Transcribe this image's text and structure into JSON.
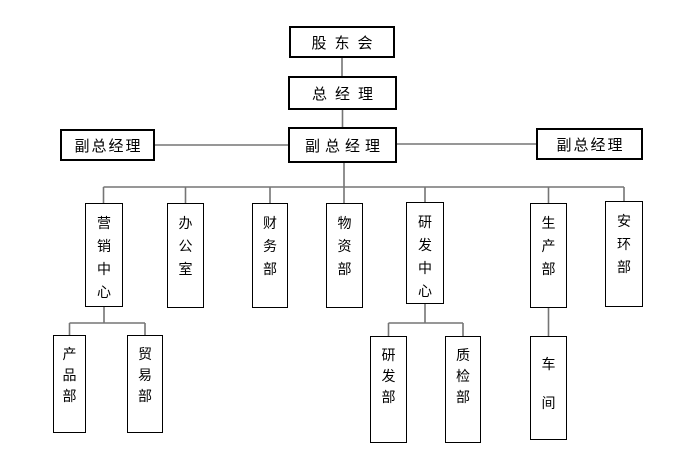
{
  "org_chart": {
    "nodes": {
      "shareholders": {
        "label": "股东会"
      },
      "general_manager": {
        "label": "总经理"
      },
      "deputy_gm_left": {
        "label": "副总经理"
      },
      "deputy_gm_center": {
        "label": "副总经理"
      },
      "deputy_gm_right": {
        "label": "副总经理"
      },
      "marketing_center": {
        "label": "营销中心"
      },
      "office": {
        "label": "办公室"
      },
      "finance_dept": {
        "label": "财务部"
      },
      "materials_dept": {
        "label": "物资部"
      },
      "rd_center": {
        "label": "研发中心"
      },
      "production_dept": {
        "label": "生产部"
      },
      "safety_env_dept": {
        "label": "安环部"
      },
      "product_dept": {
        "label": "产品部"
      },
      "trade_dept": {
        "label": "贸易部"
      },
      "rd_dept": {
        "label": "研发部"
      },
      "quality_dept": {
        "label": "质检部"
      },
      "workshop": {
        "label": "车间"
      }
    },
    "edges": [
      {
        "from": "shareholders",
        "to": "general_manager"
      },
      {
        "from": "general_manager",
        "to": "deputy_gm_center"
      },
      {
        "from": "deputy_gm_center",
        "to": "deputy_gm_left"
      },
      {
        "from": "deputy_gm_center",
        "to": "deputy_gm_right"
      },
      {
        "from": "deputy_gm_center",
        "to": "marketing_center"
      },
      {
        "from": "deputy_gm_center",
        "to": "office"
      },
      {
        "from": "deputy_gm_center",
        "to": "finance_dept"
      },
      {
        "from": "deputy_gm_center",
        "to": "materials_dept"
      },
      {
        "from": "deputy_gm_center",
        "to": "rd_center"
      },
      {
        "from": "deputy_gm_center",
        "to": "production_dept"
      },
      {
        "from": "deputy_gm_center",
        "to": "safety_env_dept"
      },
      {
        "from": "marketing_center",
        "to": "product_dept"
      },
      {
        "from": "marketing_center",
        "to": "trade_dept"
      },
      {
        "from": "rd_center",
        "to": "rd_dept"
      },
      {
        "from": "rd_center",
        "to": "quality_dept"
      },
      {
        "from": "production_dept",
        "to": "workshop"
      }
    ],
    "colors": {
      "background": "#ffffff",
      "box_border": "#000000",
      "connector": "#757575",
      "text": "#000000"
    }
  }
}
